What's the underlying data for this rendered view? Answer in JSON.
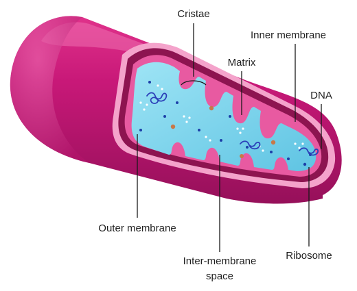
{
  "labels": {
    "cristae": "Cristae",
    "inner_membrane": "Inner membrane",
    "matrix": "Matrix",
    "dna": "DNA",
    "outer_membrane": "Outer membrane",
    "inter_membrane_space_line1": "Inter-membrane",
    "inter_membrane_space_line2": "space",
    "ribosome": "Ribosome"
  },
  "colors": {
    "outer_membrane": "#c2136f",
    "outer_highlight": "#ef6fb0",
    "cut_face": "#f4a3cb",
    "inter_membrane": "#8d1450",
    "inner_membrane": "#e85aa1",
    "matrix": "#7fd4ec",
    "dna": "#2b3fb8",
    "ribosome": "#1c3fa8",
    "particle": "#c87848",
    "leader_line": "#1a1a1a"
  }
}
